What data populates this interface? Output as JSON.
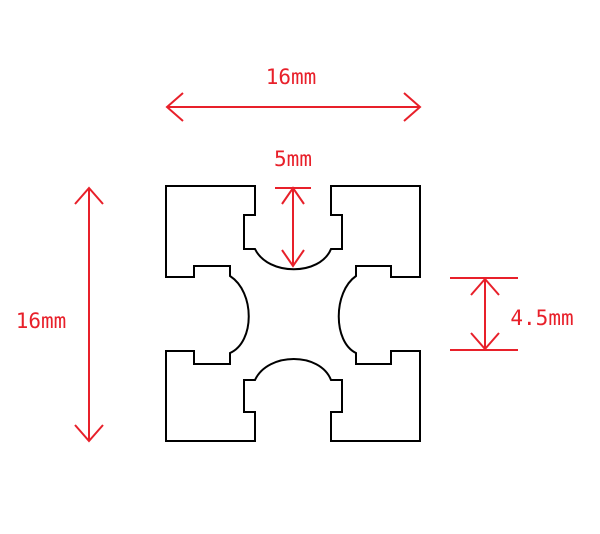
{
  "diagram": {
    "profile_color": "#000000",
    "dimension_color": "#e8202a",
    "dimensions": {
      "overall_width": "16mm",
      "overall_height": "16mm",
      "slot_depth": "5mm",
      "slot_opening": "4.5mm"
    }
  }
}
